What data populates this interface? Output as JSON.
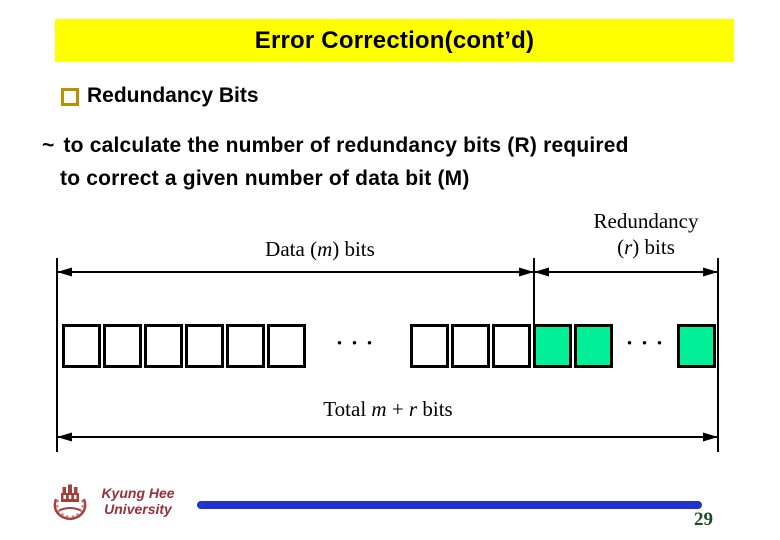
{
  "slide": {
    "title": "Error Correction(cont’d)",
    "page_number": "29"
  },
  "content": {
    "heading": "Redundancy Bits",
    "body_marker": "~",
    "body_line1": "to calculate the number of redundancy bits (R) required",
    "body_line2": "to correct a given number of data bit (M)"
  },
  "diagram": {
    "data_label": {
      "prefix": "Data (",
      "variable": "m",
      "suffix": ") bits"
    },
    "redundancy_label_line1": "Redundancy",
    "redundancy_label_line2": {
      "prefix": "(",
      "variable": "r",
      "suffix": ") bits"
    },
    "total_label": {
      "prefix": "Total ",
      "var_m": "m",
      "mid": " + ",
      "var_r": "r",
      "suffix": " bits"
    },
    "ellipsis": "• • •",
    "bit_groups": [
      {
        "cells": [
          "white",
          "white",
          "white",
          "white",
          "white",
          "white"
        ]
      },
      {
        "cells": [
          "white",
          "white",
          "white",
          "green",
          "green"
        ]
      },
      {
        "cells": [
          "green"
        ]
      }
    ]
  },
  "footer": {
    "institution_line1": "Kyung Hee",
    "institution_line2": "University"
  },
  "colors": {
    "banner_yellow": "#FFFF00",
    "box_green": "#00EF97",
    "accent_blue": "#2033CC",
    "bullet_gold": "#BF8F00",
    "brand_red": "#9A2F38",
    "page_number_green": "#1C4A24"
  }
}
